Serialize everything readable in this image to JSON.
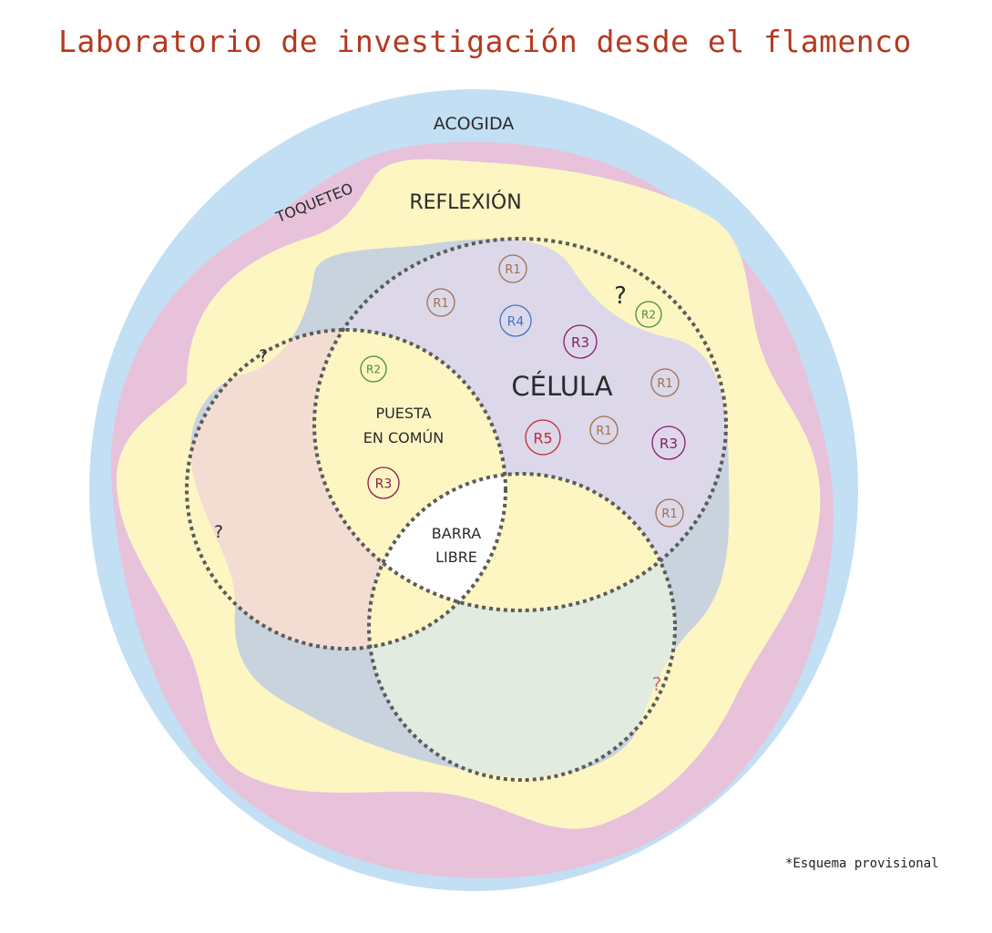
{
  "title": "Laboratorio de investigación desde el flamenco",
  "footnote": "*Esquema provisional",
  "labels": {
    "acogida": "ACOGIDA",
    "toqueteo": "TOQUETEO",
    "reflexion": "REFLEXIÓN",
    "celula": "CÉLULA",
    "puesta_1": "PUESTA",
    "puesta_2": "EN COMÚN",
    "barra_1": "BARRA",
    "barra_2": "LIBRE",
    "question": "?"
  },
  "colors": {
    "acogida": "#c3dff4",
    "toqueteo": "#e7c2da",
    "reflexion": "#fdf6c2",
    "blob": "#c8d3de",
    "left_circle": "#f3ddd3",
    "celula": "#dcd8ea",
    "bottom_circle": "#e1ebdf",
    "title": "#b5391f"
  },
  "badges": [
    {
      "label": "R1",
      "color": "#a0704a"
    },
    {
      "label": "R1",
      "color": "#a0704a"
    },
    {
      "label": "R4",
      "color": "#4472c4"
    },
    {
      "label": "R3",
      "color": "#8b1a6b"
    },
    {
      "label": "R2",
      "color": "#4a8a3a"
    },
    {
      "label": "R2",
      "color": "#4a8a3a"
    },
    {
      "label": "R1",
      "color": "#a0704a"
    },
    {
      "label": "R5",
      "color": "#c0283a"
    },
    {
      "label": "R1",
      "color": "#a0704a"
    },
    {
      "label": "R3",
      "color": "#8b1a6b"
    },
    {
      "label": "R3",
      "color": "#8b1a4a"
    },
    {
      "label": "R1",
      "color": "#a0704a"
    }
  ]
}
